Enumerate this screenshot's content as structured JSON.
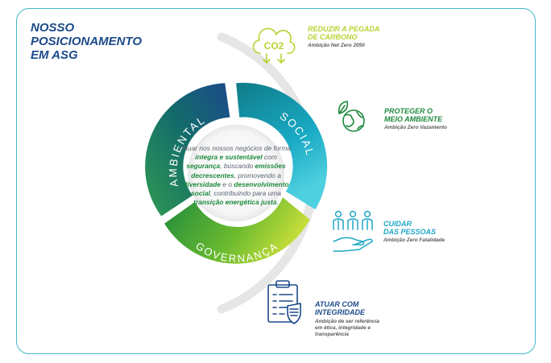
{
  "title_lines": [
    "NOSSO",
    "POSICIONAMENTO",
    "EM ASG"
  ],
  "ring": {
    "ambiental": "AMBIENTAL",
    "social": "SOCIAL",
    "governanca": "GOVERNANÇA"
  },
  "center": {
    "p1": "Atuar nos nossos negócios de forma ",
    "b1": "íntegra e sustentável",
    "p2": " com ",
    "b2": "segurança",
    "p3": ", buscando ",
    "b3": "emissões decrescentes",
    "p4": ", promovendo a ",
    "b4": "diversidade",
    "p5": " e o ",
    "b5": "desenvolvimento social",
    "p6": ", contribuindo para uma ",
    "b6": "transição energética justa",
    "p7": "."
  },
  "items": [
    {
      "title1": "REDUZIR A PEGADA",
      "title2": "DE CARBONO",
      "sub": "Ambição Net Zero 2050",
      "color": "#b7d331"
    },
    {
      "title1": "PROTEGER O",
      "title2": "MEIO AMBIENTE",
      "sub": "Ambição Zero Vazamento",
      "color": "#1f8a3d"
    },
    {
      "title1": "CUIDAR",
      "title2": "DAS PESSOAS",
      "sub": "Ambição Zero Fatalidade",
      "color": "#1ea7c7"
    },
    {
      "title1": "ATUAR COM",
      "title2": "INTEGRIDADE",
      "sub1": "Ambição de ser referência",
      "sub2": "em ética, integridade e",
      "sub3": "transparência",
      "color": "#1b4a8a"
    }
  ],
  "icons": {
    "co2": "CO2"
  },
  "colors": {
    "frame": "#3fb9c8",
    "title": "#1b4a8a",
    "arc": "#e6e6e6"
  }
}
